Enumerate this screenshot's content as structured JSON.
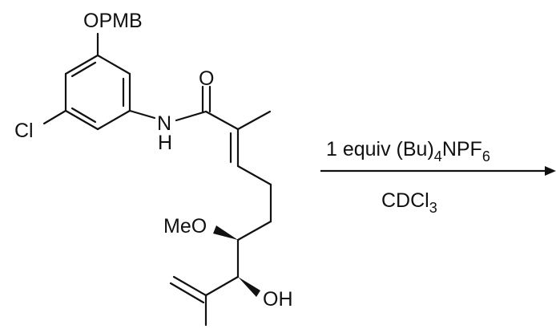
{
  "molecule": {
    "labels": {
      "opmb": "OPMB",
      "cl": "Cl",
      "n": "N",
      "h": "H",
      "o_carbonyl": "O",
      "meo": "MeO",
      "oh": "OH"
    }
  },
  "reaction": {
    "reagent_main": "1 equiv (Bu)",
    "reagent_sub1": "4",
    "reagent_mid": "NPF",
    "reagent_sub2": "6",
    "solvent_main": "CDCl",
    "solvent_sub": "3"
  },
  "colors": {
    "ink": "#111111",
    "background": "#ffffff"
  }
}
